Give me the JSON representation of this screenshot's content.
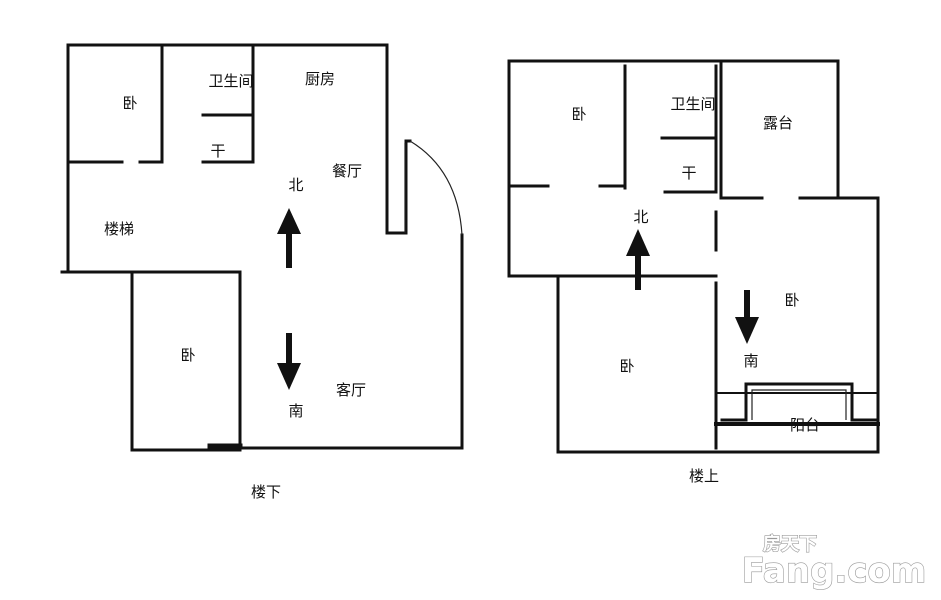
{
  "lower_floor": {
    "caption": "楼下",
    "rooms": {
      "bedroom_top": "卧",
      "bathroom": "卫生间",
      "dry": "干",
      "kitchen": "厨房",
      "dining": "餐厅",
      "stairs": "楼梯",
      "bedroom_bottom": "卧",
      "living": "客厅"
    },
    "north": "北",
    "south": "南"
  },
  "upper_floor": {
    "caption": "楼上",
    "rooms": {
      "bedroom_top": "卧",
      "bathroom": "卫生间",
      "dry": "干",
      "terrace": "露台",
      "bedroom_right": "卧",
      "bedroom_left": "卧",
      "balcony": "阳台"
    },
    "north": "北",
    "south": "南"
  },
  "watermark": {
    "brand_cn": "房天下",
    "brand_en": "Fang.com"
  }
}
